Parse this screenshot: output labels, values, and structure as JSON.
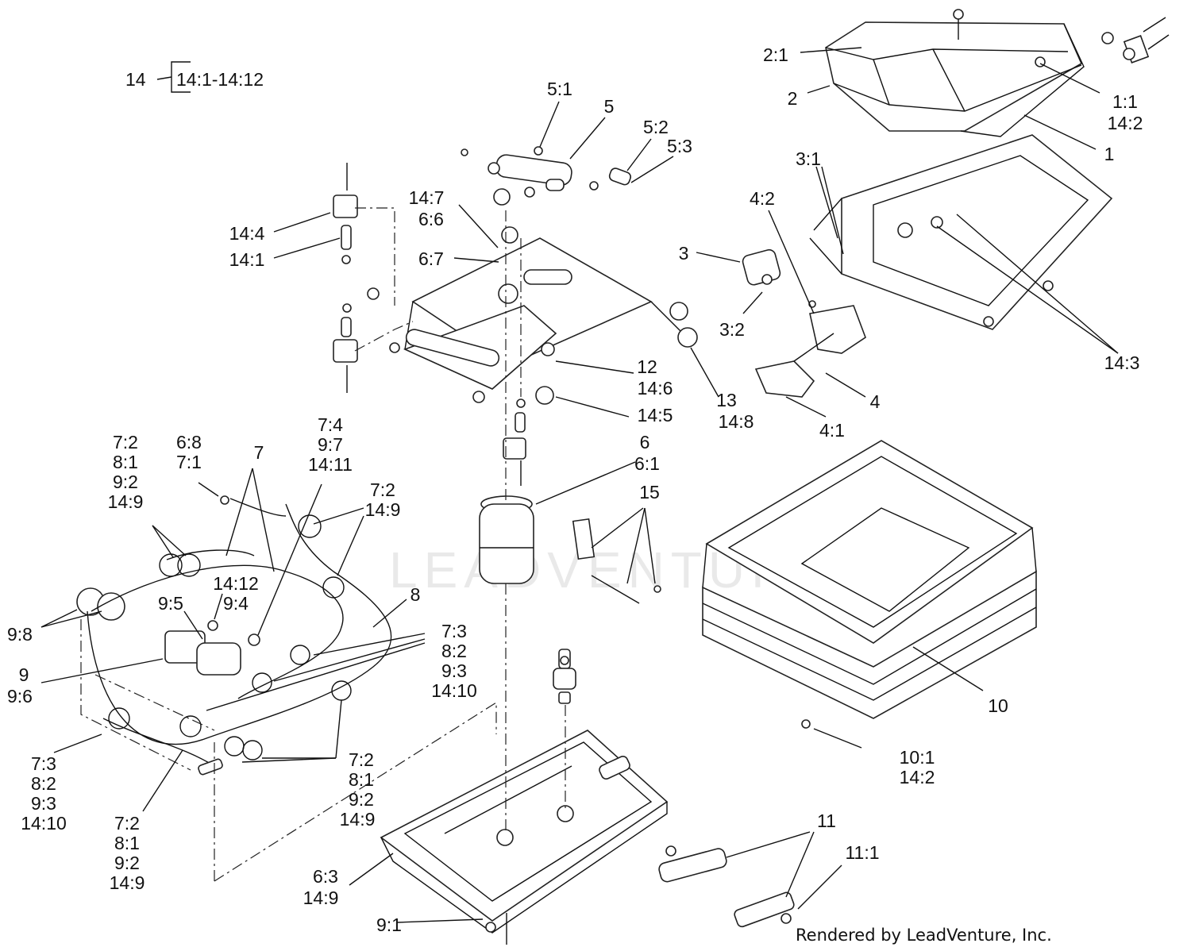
{
  "watermark": "LEADVENTURE",
  "credit": "Rendered by LeadVenture, Inc.",
  "kit": {
    "number": "14",
    "range": "14:1-14:12"
  },
  "callouts": [
    {
      "id": "c-1-1",
      "lines": [
        "1:1",
        "14:2"
      ]
    },
    {
      "id": "c-1",
      "lines": [
        "1"
      ]
    },
    {
      "id": "c-2-1",
      "lines": [
        "2:1"
      ]
    },
    {
      "id": "c-2",
      "lines": [
        "2"
      ]
    },
    {
      "id": "c-3-1",
      "lines": [
        "3:1"
      ]
    },
    {
      "id": "c-3",
      "lines": [
        "3"
      ]
    },
    {
      "id": "c-3-2",
      "lines": [
        "3:2"
      ]
    },
    {
      "id": "c-4-2",
      "lines": [
        "4:2"
      ]
    },
    {
      "id": "c-4",
      "lines": [
        "4"
      ]
    },
    {
      "id": "c-4-1",
      "lines": [
        "4:1"
      ]
    },
    {
      "id": "c-14-3",
      "lines": [
        "14:3"
      ]
    },
    {
      "id": "c-5-1",
      "lines": [
        "5:1"
      ]
    },
    {
      "id": "c-5",
      "lines": [
        "5"
      ]
    },
    {
      "id": "c-5-2",
      "lines": [
        "5:2"
      ]
    },
    {
      "id": "c-5-3",
      "lines": [
        "5:3"
      ]
    },
    {
      "id": "c-14-7",
      "lines": [
        "14:7",
        "6:6"
      ]
    },
    {
      "id": "c-6-7",
      "lines": [
        "6:7"
      ]
    },
    {
      "id": "c-14-4",
      "lines": [
        "14:4"
      ]
    },
    {
      "id": "c-14-1",
      "lines": [
        "14:1"
      ]
    },
    {
      "id": "c-12",
      "lines": [
        "12",
        "14:6"
      ]
    },
    {
      "id": "c-13",
      "lines": [
        "13",
        "14:8"
      ]
    },
    {
      "id": "c-14-5",
      "lines": [
        "14:5"
      ]
    },
    {
      "id": "c-6",
      "lines": [
        "6",
        "6:1"
      ]
    },
    {
      "id": "c-15",
      "lines": [
        "15"
      ]
    },
    {
      "id": "c-7-2-a",
      "lines": [
        "7:2",
        "8:1",
        "9:2",
        "14:9"
      ]
    },
    {
      "id": "c-6-8",
      "lines": [
        "6:8",
        "7:1"
      ]
    },
    {
      "id": "c-7",
      "lines": [
        "7"
      ]
    },
    {
      "id": "c-7-4",
      "lines": [
        "7:4",
        "9:7",
        "14:11"
      ]
    },
    {
      "id": "c-7-2-b",
      "lines": [
        "7:2",
        "14:9"
      ]
    },
    {
      "id": "c-8",
      "lines": [
        "8"
      ]
    },
    {
      "id": "c-14-12",
      "lines": [
        "14:12",
        "9:4"
      ]
    },
    {
      "id": "c-9-5",
      "lines": [
        "9:5"
      ]
    },
    {
      "id": "c-9-8",
      "lines": [
        "9:8"
      ]
    },
    {
      "id": "c-9",
      "lines": [
        "9",
        "9:6"
      ]
    },
    {
      "id": "c-7-3-a",
      "lines": [
        "7:3",
        "8:2",
        "9:3",
        "14:10"
      ]
    },
    {
      "id": "c-10",
      "lines": [
        "10"
      ]
    },
    {
      "id": "c-10-1",
      "lines": [
        "10:1",
        "14:2"
      ]
    },
    {
      "id": "c-7-3-b",
      "lines": [
        "7:3",
        "8:2",
        "9:3",
        "14:10"
      ]
    },
    {
      "id": "c-7-2-c",
      "lines": [
        "7:2",
        "8:1",
        "9:2",
        "14:9"
      ]
    },
    {
      "id": "c-7-2-d",
      "lines": [
        "7:2",
        "8:1",
        "9:2",
        "14:9"
      ]
    },
    {
      "id": "c-6-3",
      "lines": [
        "6:3",
        "14:9"
      ]
    },
    {
      "id": "c-9-1",
      "lines": [
        "9:1"
      ]
    },
    {
      "id": "c-11",
      "lines": [
        "11"
      ]
    },
    {
      "id": "c-11-1",
      "lines": [
        "11:1"
      ]
    }
  ]
}
